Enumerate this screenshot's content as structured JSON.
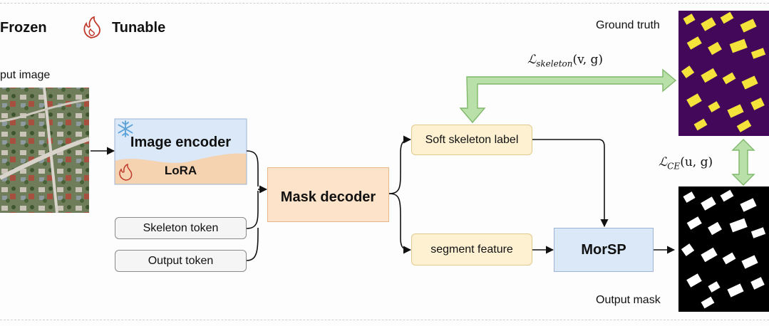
{
  "legend": {
    "frozen_label": "Frozen",
    "tunable_label": "Tunable"
  },
  "input": {
    "label": "put image"
  },
  "encoder": {
    "title": "Image encoder",
    "lora": "LoRA"
  },
  "tokens": {
    "skeleton": "Skeleton token",
    "output": "Output token"
  },
  "decoder": {
    "label": "Mask decoder"
  },
  "branches": {
    "skeleton_label": "Soft skeleton label",
    "segment_feature": "segment feature"
  },
  "morsp": {
    "label": "MorSP"
  },
  "ground_truth": {
    "label": "Ground truth"
  },
  "output_mask": {
    "label": "Output mask"
  },
  "losses": {
    "skeleton": {
      "symbol": "ℒ",
      "sub": "skeleton",
      "args": "(v, g)"
    },
    "ce": {
      "symbol": "ℒ",
      "sub": "CE",
      "args": "(u, g)"
    }
  },
  "colors": {
    "frozen_blue": "#dbe8f8",
    "tunable_orange": "#f5d2b0",
    "arrow_green": "#9ccc88",
    "gt_purple": "#44085a",
    "gt_yellow": "#f3e33a"
  },
  "icons": {
    "frozen": "snowflake-icon",
    "tunable": "flame-icon"
  }
}
